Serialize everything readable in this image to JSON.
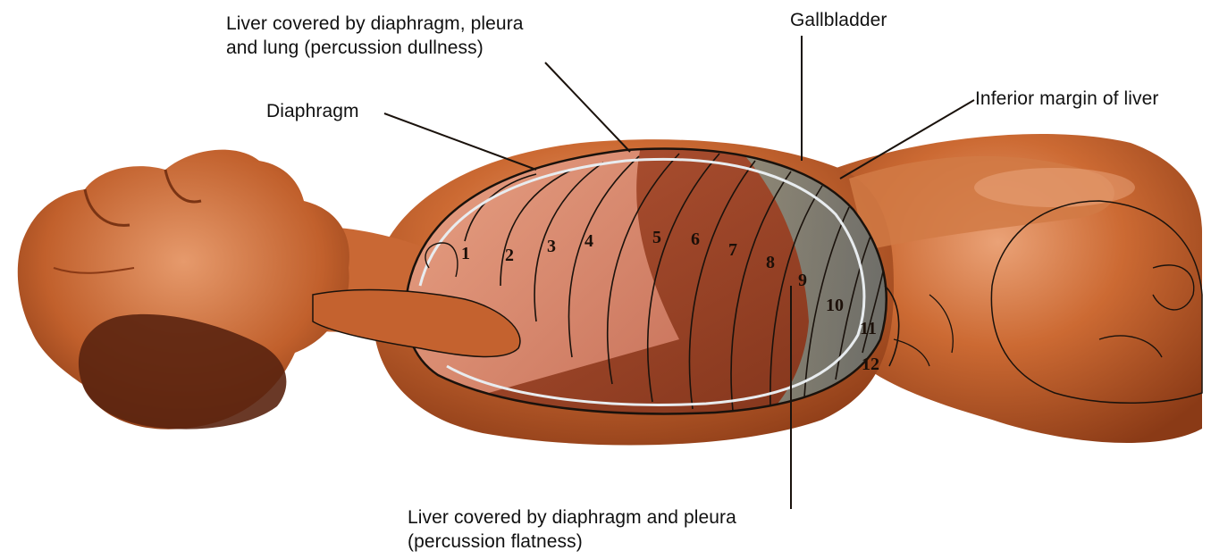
{
  "labels": {
    "liver_dullness_line1": "Liver covered by diaphragm, pleura",
    "liver_dullness_line2": "and lung (percussion dullness)",
    "gallbladder": "Gallbladder",
    "diaphragm": "Diaphragm",
    "inferior_margin": "Inferior margin of liver",
    "liver_flatness_line1": "Liver covered by diaphragm and pleura",
    "liver_flatness_line2": "(percussion flatness)"
  },
  "ribs": [
    "1",
    "2",
    "3",
    "4",
    "5",
    "6",
    "7",
    "8",
    "9",
    "10",
    "11",
    "12"
  ],
  "colors": {
    "skin": "#c8652e",
    "skin_shadow": "#8a3a16",
    "skin_highlight": "#e9a47a",
    "lung_region": "#d9836a",
    "liver_region": "#a24a2c",
    "flatness_band": "#7f9a8a",
    "diaphragm_line": "#e8ecef",
    "outline": "#1a120c"
  }
}
